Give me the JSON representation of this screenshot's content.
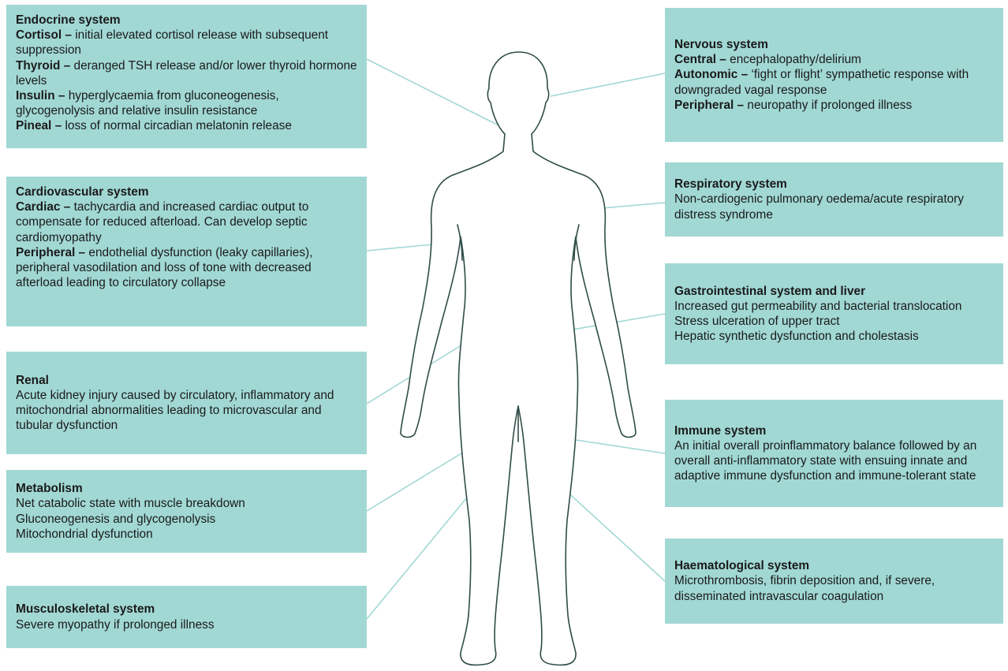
{
  "colors": {
    "box_fill": "#a1d8d4",
    "line": "#a1d8d4",
    "outline": "#2f4d47"
  },
  "boxes": {
    "endocrine": {
      "title": "Endocrine system",
      "items": [
        {
          "label": "Cortisol –",
          "text": " initial elevated cortisol release with subsequent suppression"
        },
        {
          "label": "Thyroid –",
          "text": " deranged TSH release and/or lower thyroid hormone levels"
        },
        {
          "label": "Insulin –",
          "text": " hyperglycaemia from gluconeogenesis, glycogenolysis and relative insulin resistance"
        },
        {
          "label": "Pineal –",
          "text": " loss of normal circadian melatonin release"
        }
      ]
    },
    "cardiovascular": {
      "title": "Cardiovascular system",
      "items": [
        {
          "label": "Cardiac –",
          "text": " tachycardia and increased cardiac output to compensate for reduced afterload. Can develop septic cardiomyopathy"
        },
        {
          "label": "Peripheral –",
          "text": " endothelial dysfunction (leaky capillaries), peripheral vasodilation and loss of tone with decreased afterload leading to circulatory collapse"
        }
      ]
    },
    "renal": {
      "title": "Renal",
      "lines": [
        "Acute kidney injury caused by circulatory, inflammatory and mitochondrial abnormalities leading to microvascular and tubular dysfunction"
      ]
    },
    "metabolism": {
      "title": "Metabolism",
      "lines": [
        "Net catabolic state with muscle breakdown",
        "Gluconeogenesis and glycogenolysis",
        "Mitochondrial dysfunction"
      ]
    },
    "musculoskeletal": {
      "title": "Musculoskeletal system",
      "lines": [
        "Severe myopathy if prolonged illness"
      ]
    },
    "nervous": {
      "title": "Nervous system",
      "items": [
        {
          "label": "Central –",
          "text": " encephalopathy/delirium"
        },
        {
          "label": "Autonomic –",
          "text": " ‘fight or flight’ sympathetic response with downgraded vagal response"
        },
        {
          "label": "Peripheral –",
          "text": " neuropathy if prolonged illness"
        }
      ]
    },
    "respiratory": {
      "title": "Respiratory system",
      "lines": [
        "Non-cardiogenic pulmonary oedema/acute respiratory distress syndrome"
      ]
    },
    "gastrointestinal": {
      "title": "Gastrointestinal system and liver",
      "lines": [
        "Increased gut permeability and bacterial translocation",
        "Stress ulceration of upper tract",
        "Hepatic synthetic dysfunction and cholestasis"
      ]
    },
    "immune": {
      "title": "Immune system",
      "lines": [
        "An initial overall proinflammatory balance followed by an overall anti-inflammatory state with ensuing innate and adaptive immune dysfunction and immune-tolerant state"
      ]
    },
    "haematological": {
      "title": "Haematological system",
      "lines": [
        "Microthrombosis, fibrin deposition and, if severe, disseminated intravascular coagulation"
      ]
    }
  }
}
